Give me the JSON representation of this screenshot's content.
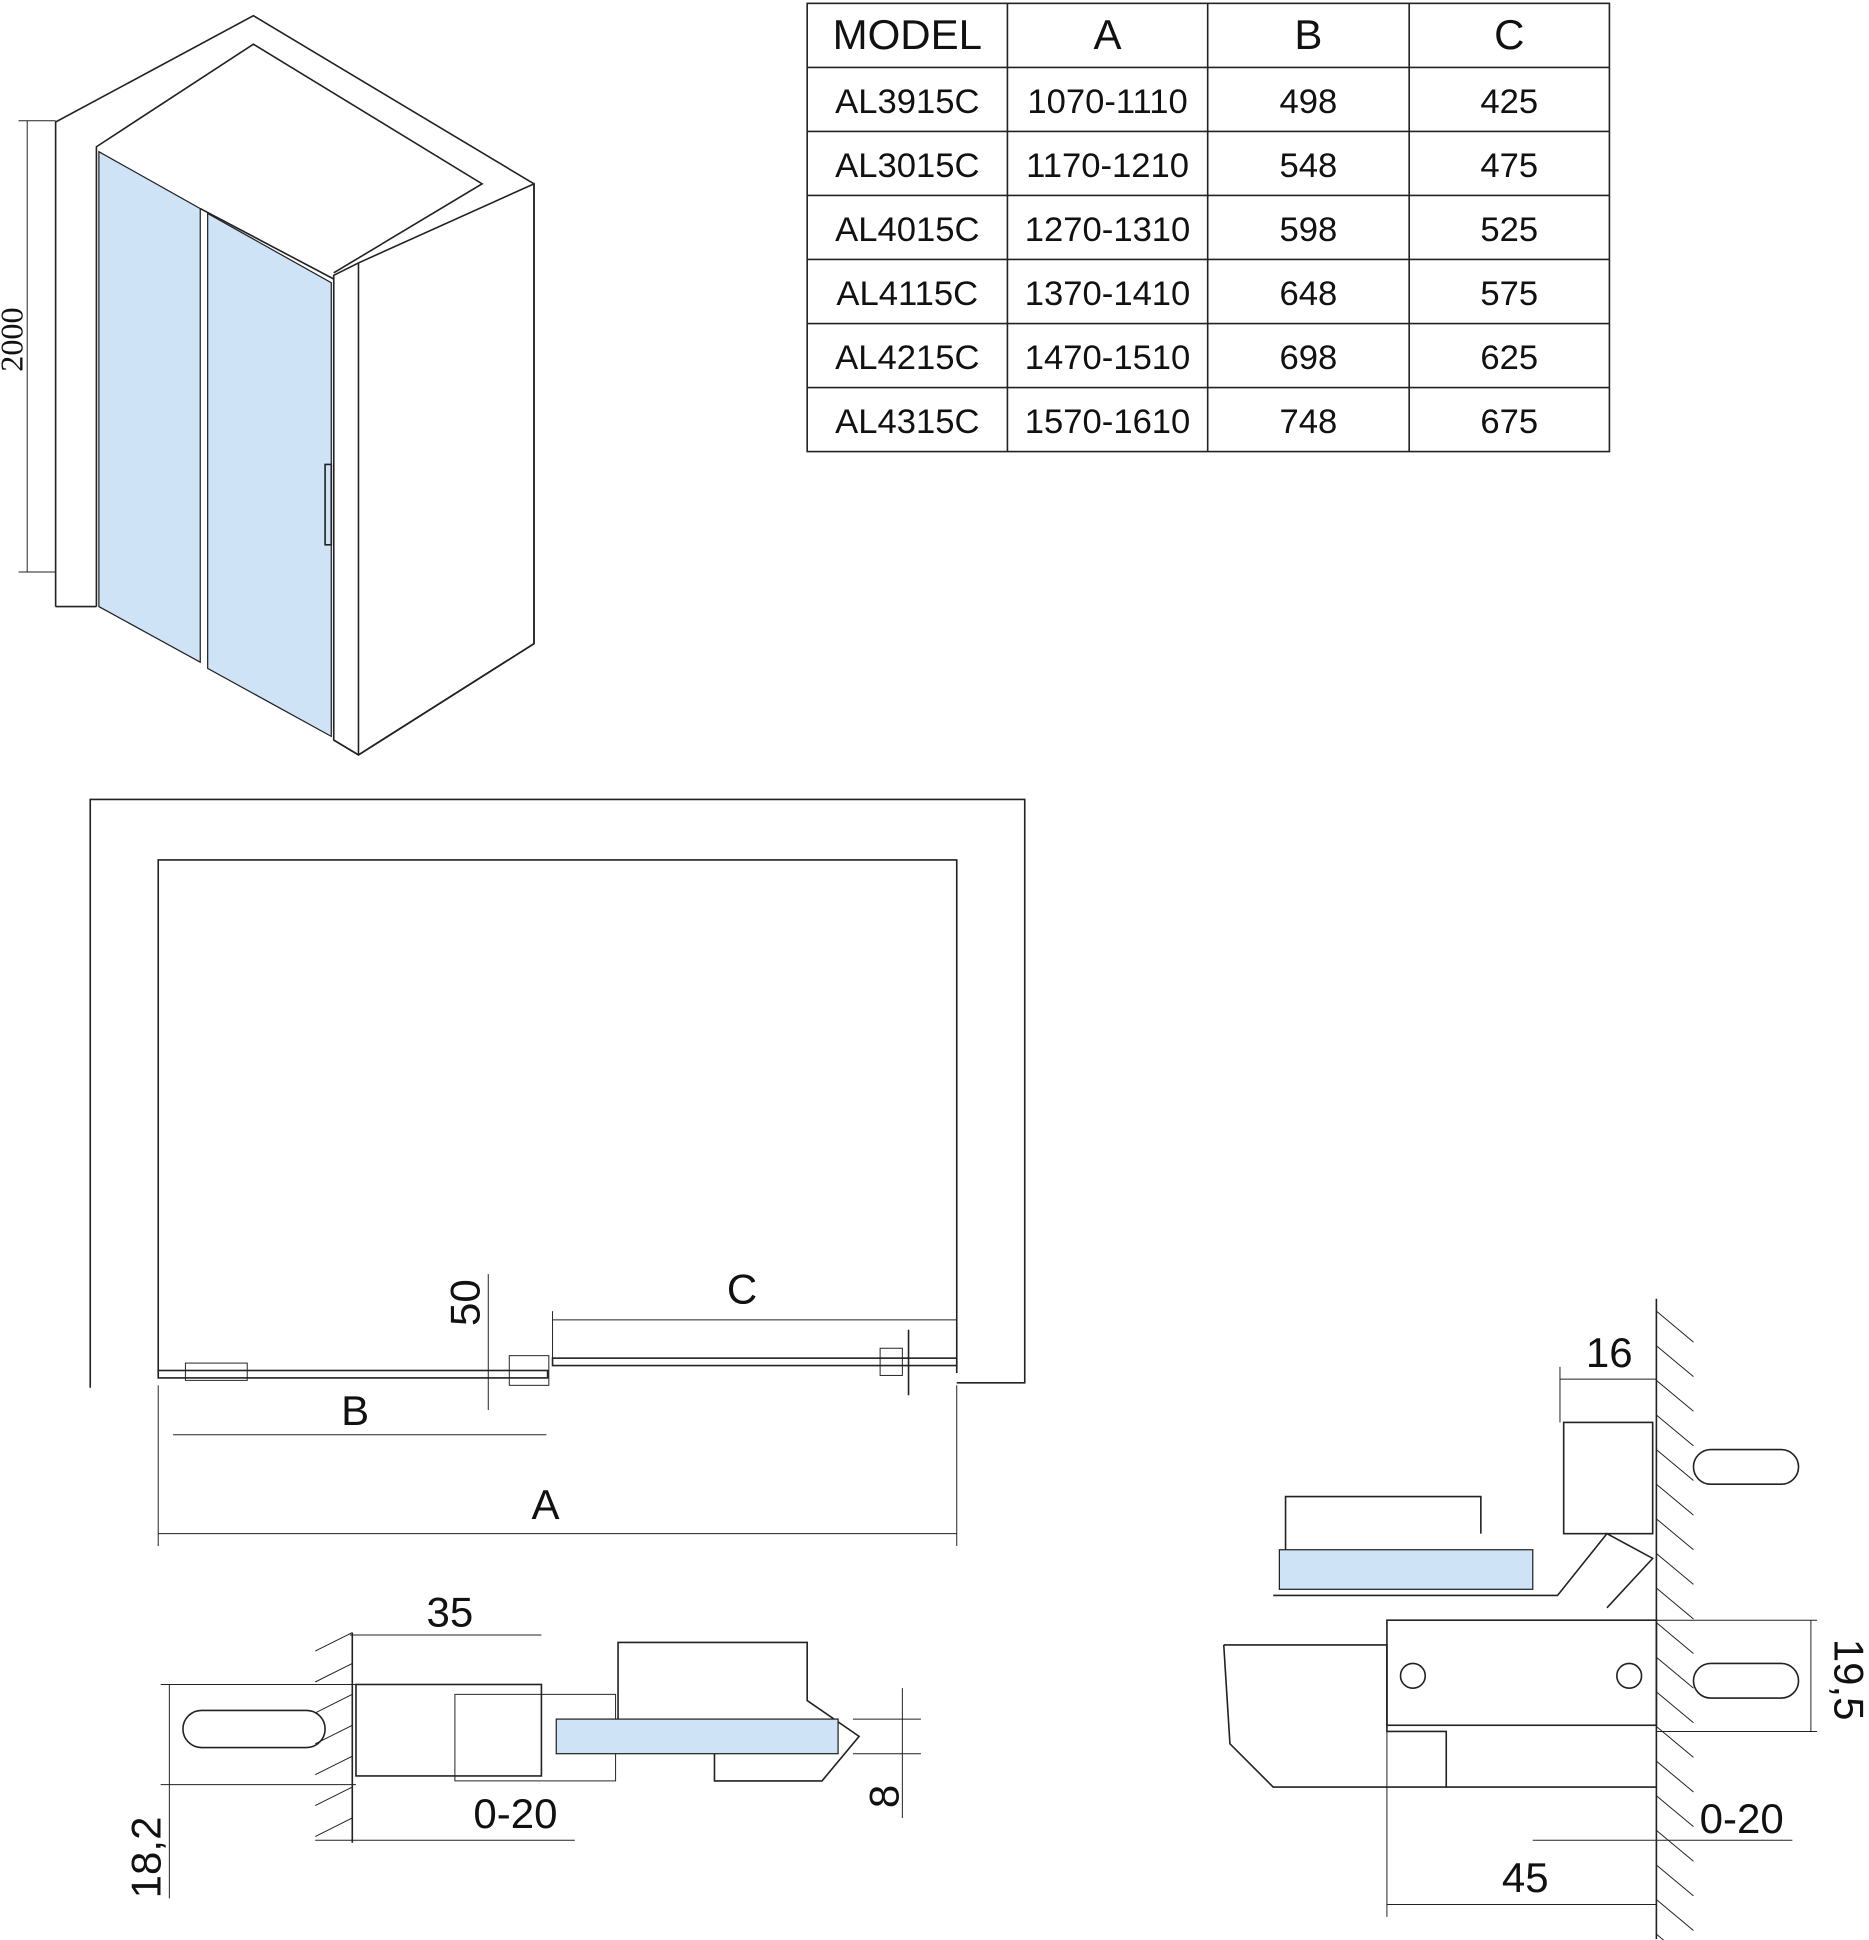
{
  "table": {
    "headers": [
      "MODEL",
      "A",
      "B",
      "C"
    ],
    "rows": [
      [
        "AL3915C",
        "1070-1110",
        "498",
        "425"
      ],
      [
        "AL3015C",
        "1170-1210",
        "548",
        "475"
      ],
      [
        "AL4015C",
        "1270-1310",
        "598",
        "525"
      ],
      [
        "AL4115C",
        "1370-1410",
        "648",
        "575"
      ],
      [
        "AL4215C",
        "1470-1510",
        "698",
        "625"
      ],
      [
        "AL4315C",
        "1570-1610",
        "748",
        "675"
      ]
    ]
  },
  "iso_view": {
    "height_dim": "2000"
  },
  "plan_view": {
    "dim_a": "A",
    "dim_b": "B",
    "dim_c": "C",
    "dim_50": "50"
  },
  "detail_left": {
    "dim_35": "35",
    "dim_18_2": "18,2",
    "dim_0_20": "0-20",
    "dim_8": "8"
  },
  "detail_right": {
    "dim_16": "16",
    "dim_19_5": "19,5",
    "dim_0_20": "0-20",
    "dim_45": "45"
  },
  "colors": {
    "glass": "#cfe3f6",
    "line": "#222222"
  }
}
